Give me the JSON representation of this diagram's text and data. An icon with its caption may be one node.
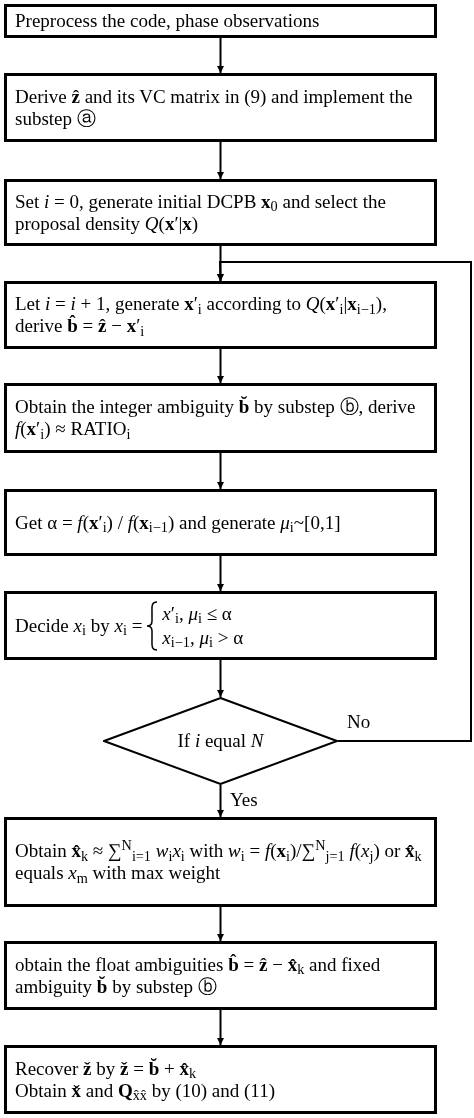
{
  "diagram": {
    "nodes": [
      {
        "text": [
          "Preprocess the code, phase observations"
        ]
      },
      {
        "text": [
          "Derive **ẑ** and its VC matrix in (9) and implement the substep ⓐ"
        ]
      },
      {
        "text": [
          "Set *i* = 0, generate initial DCPB **x**$_{0}$ and select the proposal density *Q*(**x**′|**x**)"
        ]
      },
      {
        "text": [
          "Let *i* = *i* + 1, generate **x**′$_{i}$ according to *Q*(**x**′$_{i}$|**x**$_{i−1}$), derive **b̂** = **ẑ** − **x**′$_{i}$"
        ]
      },
      {
        "text": [
          "Obtain the integer ambiguity **b̆** by substep ⓑ, derive *f*(**x**′$_{i}$) ≈ RATIO$_{i}$"
        ]
      },
      {
        "text": [
          "Get α = *f*(**x**′$_{i}$) / *f*(**x**$_{i−1}$) and generate *μ*$_{i}$~[0,1]"
        ]
      },
      {
        "text": [
          "Decide *x*$_{i}$ by *x*$_{i}$ =",
          "*x*′$_{i}$, *μ*$_{i}$ ≤ α",
          "*x*$_{i−1}$, *μ*$_{i}$ > α"
        ]
      },
      {
        "text": [
          "If *i* equal *N*"
        ]
      },
      {
        "text": [
          "Obtain **x̂**$_{k}$ ≈ ∑$^{N}$$_{i=1}$ *w*$_{i}$*x*$_{i}$ with *w*$_{i}$ = *f*(**x**$_{i}$)/∑$^{N}$$_{j=1}$ *f*(*x*$_{j}$) or **x̂**$_{k}$ equals *x*$_{m}$ with max weight"
        ]
      },
      {
        "text": [
          "obtain the float ambiguities **b̂** = **ẑ** − **x̂**$_{k}$ and fixed ambiguity **b̆** by substep ⓑ"
        ]
      },
      {
        "text": [
          "Recover **ž** by **ž** = **b̆** + **x̂**$_{k}$",
          "Obtain **x̌** and **Q**$_{x̂x̂}$ by (10) and (11)"
        ]
      }
    ],
    "edges": [
      {
        "from": 0,
        "to": 1,
        "arrow": "to"
      },
      {
        "from": 1,
        "to": 2,
        "arrow": "to"
      },
      {
        "from": 2,
        "to": 3,
        "arrow": "to"
      },
      {
        "from": 3,
        "to": 4,
        "arrow": "to"
      },
      {
        "from": 4,
        "to": 5,
        "arrow": "to"
      },
      {
        "from": 5,
        "to": 6,
        "arrow": "to"
      },
      {
        "from": 6,
        "to": 7,
        "arrow": "to"
      },
      {
        "from": 7,
        "to": 8,
        "arrow": "to",
        "label": "Yes"
      },
      {
        "from": 8,
        "to": 9,
        "arrow": "to"
      },
      {
        "from": 9,
        "to": 10,
        "arrow": "to"
      },
      {
        "from": 7,
        "to": 3,
        "arrow": "to",
        "label": "No"
      }
    ]
  }
}
